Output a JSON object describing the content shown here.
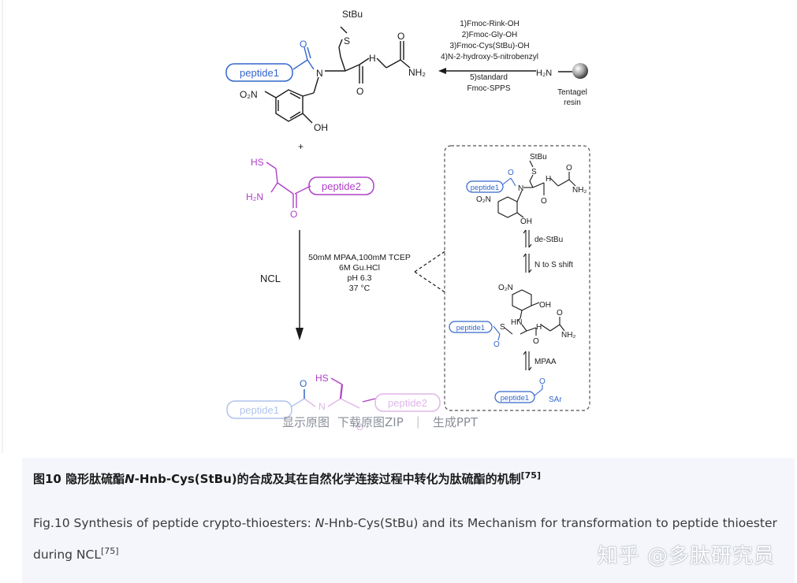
{
  "scheme": {
    "reagents": [
      "1)Fmoc-Rink-OH",
      "2)Fmoc-Gly-OH",
      "3)Fmoc-Cys(StBu)-OH",
      "4)N-2-hydroxy-5-nitrobenzyl"
    ],
    "reagents_lower": [
      "5)standard",
      "Fmoc-SPPS"
    ],
    "resin_group": "H₂N",
    "resin_label": [
      "Tentagel",
      "resin"
    ],
    "top_molecule": {
      "stbu": "StBu",
      "s": "S",
      "nh": "H",
      "n_amide": "N",
      "n_main": "N",
      "o1": "O",
      "o2": "O",
      "o3": "O",
      "nh2": "NH₂",
      "peptide1": "peptide1",
      "no2": "O₂N",
      "oh": "OH"
    },
    "plus": "+",
    "cys_peptide": {
      "hs": "HS",
      "h2n": "H₂N",
      "o": "O",
      "peptide2": "peptide2"
    },
    "ncl_label": "NCL",
    "conditions": [
      "50mM MPAA,100mM TCEP",
      "6M Gu.HCl",
      "pH 6.3",
      "37 °C"
    ],
    "mechanism": {
      "stbu": "StBu",
      "s": "S",
      "peptide1": "peptide1",
      "o": "O",
      "n": "N",
      "h": "H",
      "nh2": "NH₂",
      "no2": "O₂N",
      "oh": "OH",
      "step1": "de-StBu",
      "step2": "N to S shift",
      "hn": "HN",
      "step3": "MPAA",
      "sar": "SAr"
    },
    "product": {
      "hs": "HS",
      "peptide1": "peptide1",
      "peptide2": "peptide2",
      "o": "O",
      "n": "N"
    }
  },
  "toolbar": {
    "show_original": "显示原图",
    "download_zip": "下载原图ZIP",
    "separator": "|",
    "generate_ppt": "生成PPT"
  },
  "caption": {
    "cn_prefix": "图10 隐形肽硫酯",
    "cn_n": "N",
    "cn_rest": "-Hnb-Cys(StBu)的合成及其在自然化学连接过程中转化为肽硫酯的机制",
    "cn_ref": "[75]",
    "en_prefix": "Fig.10 Synthesis of peptide crypto-thioesters: ",
    "en_n": "N",
    "en_rest": "-Hnb-Cys(StBu) and its Mechanism for transformation to peptide thioester during NCL",
    "en_ref": "[75]"
  },
  "watermark": "知乎 @多肽研究员",
  "colors": {
    "blue": "#3366cc",
    "purple": "#b040c8",
    "bond": "#1a1a1a",
    "caption_bg": "#f4f6fb"
  }
}
